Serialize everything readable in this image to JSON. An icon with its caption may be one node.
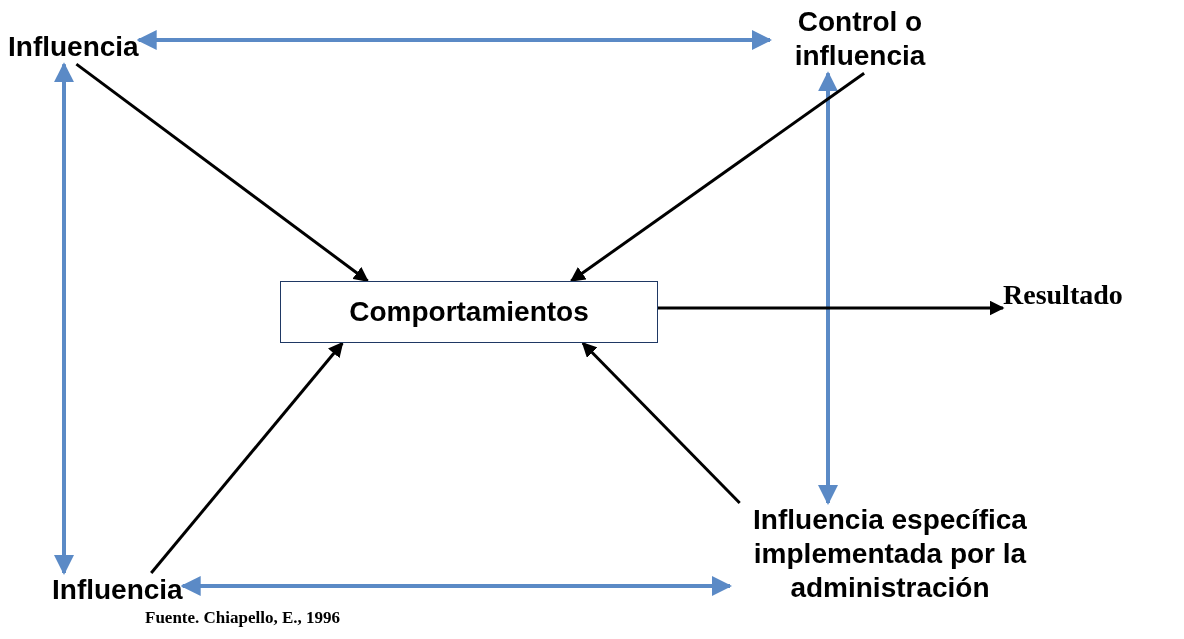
{
  "diagram": {
    "nodes": [
      {
        "text": [
          "Influencia"
        ]
      },
      {
        "text": [
          "Control o influencia"
        ]
      },
      {
        "text": [
          "Comportamientos"
        ]
      },
      {
        "text": [
          "Resultado"
        ]
      },
      {
        "text": [
          "Influencia"
        ]
      },
      {
        "text": [
          "Influencia específica implementada por la administración"
        ]
      }
    ],
    "edges": [
      {
        "from": 0,
        "to": 1,
        "arrow": "both",
        "color": "#5b8ac6"
      },
      {
        "from": 0,
        "to": 4,
        "arrow": "both",
        "color": "#5b8ac6"
      },
      {
        "from": 1,
        "to": 5,
        "arrow": "both",
        "color": "#5b8ac6"
      },
      {
        "from": 4,
        "to": 5,
        "arrow": "both",
        "color": "#5b8ac6"
      },
      {
        "from": 0,
        "to": 2,
        "arrow": "to"
      },
      {
        "from": 1,
        "to": 2,
        "arrow": "to"
      },
      {
        "from": 4,
        "to": 2,
        "arrow": "to"
      },
      {
        "from": 5,
        "to": 2,
        "arrow": "to"
      },
      {
        "from": 2,
        "to": 3,
        "arrow": "to"
      }
    ],
    "labels": [
      "Fuente. Chiapello, E., 1996"
    ]
  }
}
